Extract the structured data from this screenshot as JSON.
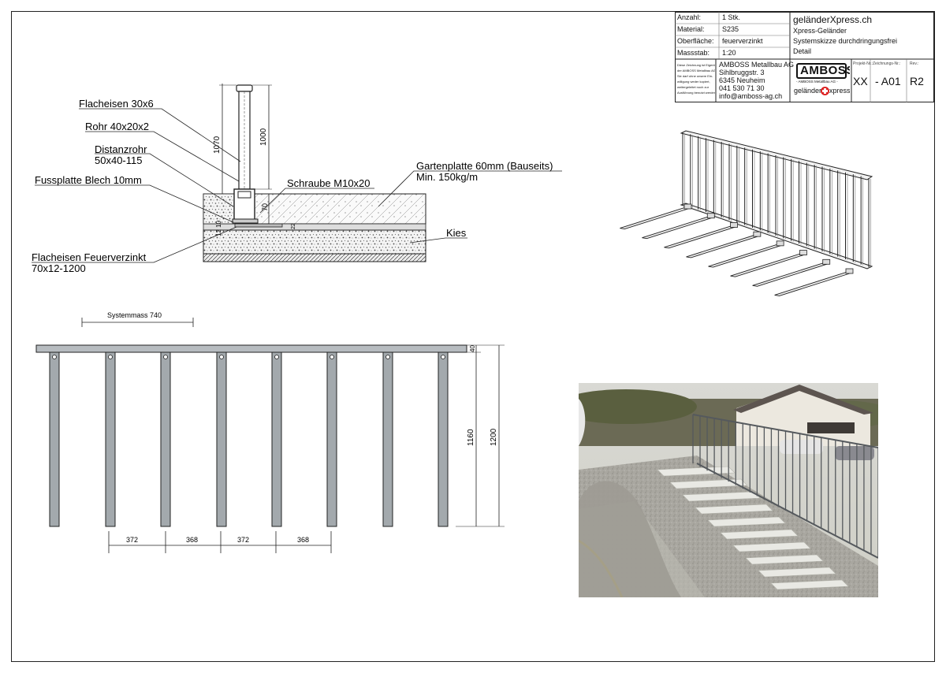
{
  "title_block": {
    "rows": [
      {
        "label": "Anzahl:",
        "value": "1 Stk."
      },
      {
        "label": "Material:",
        "value": "S235"
      },
      {
        "label": "Oberfläche:",
        "value": "feuerverzinkt"
      },
      {
        "label": "Massstab:",
        "value": "1:20"
      }
    ],
    "project": {
      "brand": "geländerXpress.ch",
      "line1": "Xpress-Geländer",
      "line2": "Systemskizze durchdringungsfrei",
      "line3": "Detail"
    },
    "copyright_note": [
      "Diese Zeichnung ist Eigentum",
      "der AMBOSS Metallbau AG",
      "Sie darf ohne unsere Ein-",
      "willigung weder kopiert,",
      "weitergeleitet noch zur",
      "Ausführung benutzt werden"
    ],
    "company": {
      "name": "AMBOSS Metallbau AG",
      "street": "Sihlbruggstr. 3",
      "city": "6345 Neuheim",
      "phone": "041 530 71 30",
      "email": "info@amboss-ag.ch"
    },
    "logo": {
      "main": "AMBOSS",
      "sub": "- AMBOSS Metallbau AG -",
      "brand_left": "geländer",
      "brand_right": "xpress.ch"
    },
    "ids": {
      "project_label": "Projekt-Nr.:",
      "drawing_label": "Zeichnungs-Nr.:",
      "rev_label": "Rev.:",
      "project": "XX",
      "drawing": "- A01",
      "rev": "R2"
    }
  },
  "section": {
    "labels": {
      "flacheisen": "Flacheisen 30x6",
      "rohr": "Rohr 40x20x2",
      "distanzrohr_1": "Distanzrohr",
      "distanzrohr_2": "50x40-115",
      "fussplatte": "Fussplatte Blech 10mm",
      "flacheisen_fv_1": "Flacheisen Feuerverzinkt",
      "flacheisen_fv_2": "70x12-1200",
      "schraube": "Schraube M10x20",
      "gartenplatte_1": "Gartenplatte 60mm (Bauseits)",
      "gartenplatte_2": "Min. 150kg/m",
      "kies": "Kies"
    },
    "dims": {
      "d1070": "1070",
      "d1000": "1000",
      "d70": "70",
      "d12_10": "12 10",
      "d22": "22"
    }
  },
  "elevation": {
    "systemmass": "Systemmass 740",
    "dims": {
      "d40": "40",
      "d1160": "1160",
      "d1200": "1200"
    },
    "bottom_dims": [
      "372",
      "368",
      "372",
      "368"
    ]
  },
  "colors": {
    "steel": "#9aa0a4",
    "steel_dark": "#6b7176",
    "line": "#222222"
  }
}
